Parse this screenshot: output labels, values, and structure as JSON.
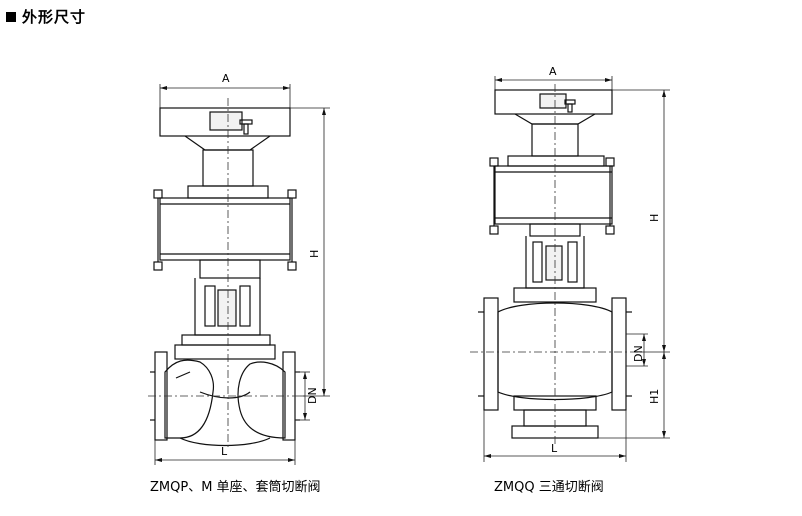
{
  "section": {
    "title": "外形尺寸"
  },
  "left_diagram": {
    "caption": "ZMQP、M 单座、套筒切断阀",
    "dims": {
      "A": "A",
      "H": "H",
      "DN": "DN",
      "L": "L"
    }
  },
  "right_diagram": {
    "caption": "ZMQQ 三通切断阀",
    "dims": {
      "A": "A",
      "H": "H",
      "DN": "DN",
      "H1": "H1",
      "L": "L"
    }
  }
}
